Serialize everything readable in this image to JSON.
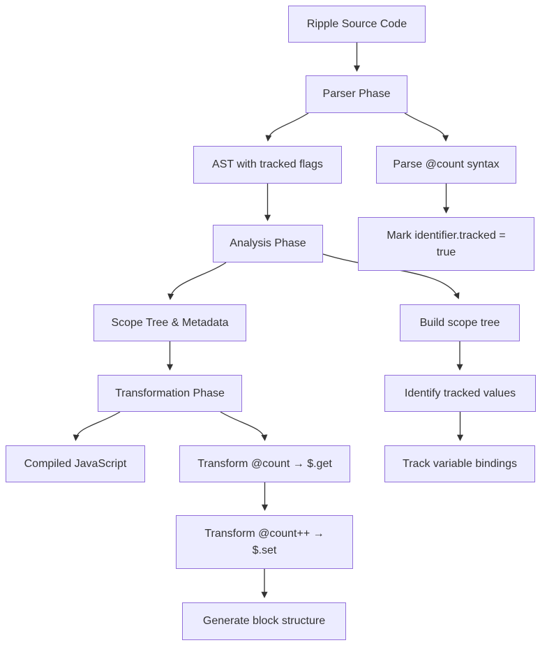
{
  "diagram": {
    "type": "flowchart",
    "direction": "top-down",
    "colors": {
      "background": "#ffffff",
      "node_fill": "#ECECFF",
      "node_border": "#9370DB",
      "text": "#333333",
      "edge": "#333333"
    },
    "nodes": [
      {
        "id": "ripple-source-code",
        "label": "Ripple Source Code"
      },
      {
        "id": "parser-phase",
        "label": "Parser Phase"
      },
      {
        "id": "ast-with-tracked-flags",
        "label": "AST with tracked flags"
      },
      {
        "id": "parse-count-syntax",
        "label": "Parse @count syntax"
      },
      {
        "id": "analysis-phase",
        "label": "Analysis Phase"
      },
      {
        "id": "mark-identifier-tracked",
        "label": "Mark identifier.tracked =\ntrue"
      },
      {
        "id": "scope-tree-metadata",
        "label": "Scope Tree & Metadata"
      },
      {
        "id": "build-scope-tree",
        "label": "Build scope tree"
      },
      {
        "id": "transformation-phase",
        "label": "Transformation Phase"
      },
      {
        "id": "identify-tracked-values",
        "label": "Identify tracked values"
      },
      {
        "id": "compiled-javascript",
        "label": "Compiled JavaScript"
      },
      {
        "id": "transform-count-get",
        "label": "Transform @count → $.get"
      },
      {
        "id": "track-variable-bindings",
        "label": "Track variable bindings"
      },
      {
        "id": "transform-count-set",
        "label": "Transform @count++ →\n$.set"
      },
      {
        "id": "generate-block-structure",
        "label": "Generate block structure"
      }
    ],
    "edges": [
      {
        "from": "ripple-source-code",
        "to": "parser-phase"
      },
      {
        "from": "parser-phase",
        "to": "ast-with-tracked-flags"
      },
      {
        "from": "parser-phase",
        "to": "parse-count-syntax"
      },
      {
        "from": "ast-with-tracked-flags",
        "to": "analysis-phase"
      },
      {
        "from": "parse-count-syntax",
        "to": "mark-identifier-tracked"
      },
      {
        "from": "analysis-phase",
        "to": "scope-tree-metadata"
      },
      {
        "from": "analysis-phase",
        "to": "build-scope-tree"
      },
      {
        "from": "scope-tree-metadata",
        "to": "transformation-phase"
      },
      {
        "from": "build-scope-tree",
        "to": "identify-tracked-values"
      },
      {
        "from": "transformation-phase",
        "to": "compiled-javascript"
      },
      {
        "from": "transformation-phase",
        "to": "transform-count-get"
      },
      {
        "from": "identify-tracked-values",
        "to": "track-variable-bindings"
      },
      {
        "from": "transform-count-get",
        "to": "transform-count-set"
      },
      {
        "from": "transform-count-set",
        "to": "generate-block-structure"
      }
    ]
  }
}
